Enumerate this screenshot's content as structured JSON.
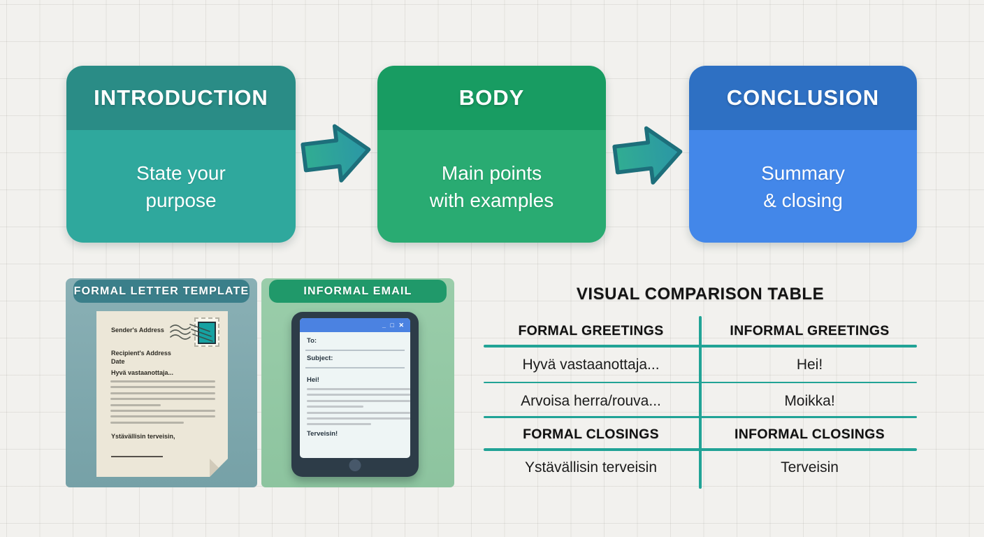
{
  "flow": {
    "steps": [
      {
        "title": "INTRODUCTION",
        "line1": "State your",
        "line2": "purpose"
      },
      {
        "title": "BODY",
        "line1": "Main points",
        "line2": "with examples"
      },
      {
        "title": "CONCLUSION",
        "line1": "Summary",
        "line2": "& closing"
      }
    ]
  },
  "panels": {
    "formal": {
      "title": "FORMAL LETTER TEMPLATE",
      "letter": {
        "sender": "Sender's Address",
        "recipient": "Recipient's Address",
        "date": "Date",
        "greeting": "Hyvä vastaanottaja...",
        "closing": "Ystävällisin terveisin,"
      }
    },
    "informal": {
      "title": "INFORMAL EMAIL",
      "email": {
        "window_controls": "_ □ ✕",
        "to_label": "To:",
        "subject_label": "Subject:",
        "greeting": "Hei!",
        "closing": "Terveisin!"
      }
    }
  },
  "table": {
    "title": "VISUAL COMPARISON TABLE",
    "greetings": {
      "left_header": "FORMAL GREETINGS",
      "right_header": "INFORMAL GREETINGS",
      "rows": [
        {
          "left": "Hyvä vastaanottaja...",
          "right": "Hei!"
        },
        {
          "left": "Arvoisa herra/rouva...",
          "right": "Moikka!"
        }
      ]
    },
    "closings": {
      "left_header": "FORMAL CLOSINGS",
      "right_header": "INFORMAL CLOSINGS",
      "rows": [
        {
          "left": "Ystävällisin terveisin",
          "right": "Terveisin"
        }
      ]
    }
  },
  "colors": {
    "intro_header": "#2a8c86",
    "intro_body": "#2fa89d",
    "body_header": "#189c62",
    "body_body": "#29ab72",
    "conclusion_header": "#2e70c3",
    "conclusion_body": "#4387e9",
    "arrow_fill_start": "#31ad92",
    "arrow_fill_end": "#2b96a6",
    "arrow_stroke": "#1d6f7b",
    "formal_panel": "#7ca5ab",
    "formal_band": "#3b7f8a",
    "informal_panel": "#93c7a4",
    "informal_band": "#20996a",
    "letter_paper": "#ece7d8",
    "stamp": "#16a2a2",
    "tablet_frame": "#2d3c48",
    "email_titlebar": "#4b82e1",
    "table_rule": "#21a396",
    "paper_background": "#f2f1ee"
  }
}
